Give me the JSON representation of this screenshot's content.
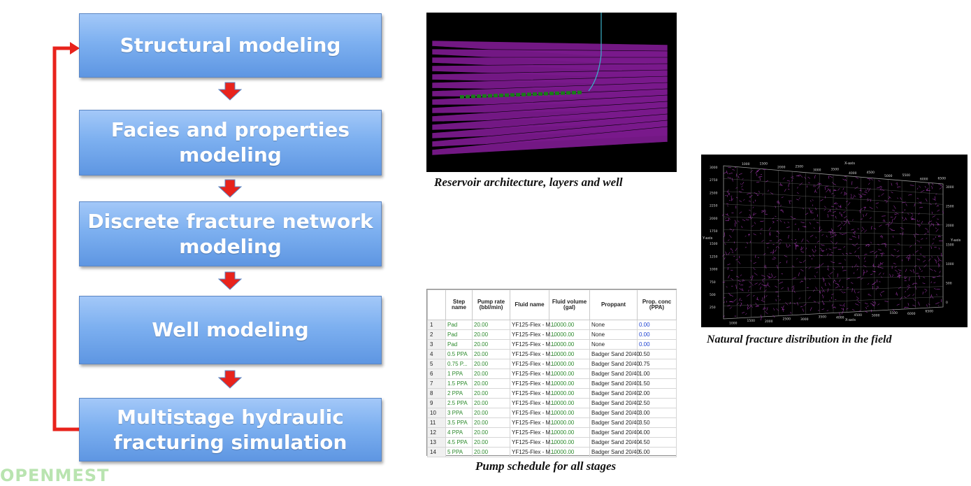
{
  "flowchart": {
    "steps": [
      {
        "line1": "Structural modeling",
        "line2": ""
      },
      {
        "line1": "Facies and properties",
        "line2": "modeling"
      },
      {
        "line1": "Discrete fracture network",
        "line2": "modeling"
      },
      {
        "line1": "Well modeling",
        "line2": ""
      },
      {
        "line1": "Multistage hydraulic",
        "line2": "fracturing simulation"
      }
    ],
    "box_color": "#7db0f0",
    "arrow_color": "#e8231c",
    "feedback_color": "#e8231c"
  },
  "reservoir_panel": {
    "caption": "Reservoir architecture, layers and well",
    "layer_color": "#7a1a8c",
    "well_color": "#1a7a1a",
    "background": "#000000"
  },
  "fracture_panel": {
    "caption": "Natural fracture distribution in the field",
    "x_axis_label": "X-axis",
    "y_axis_label": "Y-axis",
    "top_ticks": [
      "1000",
      "1500",
      "2000",
      "2500",
      "3000",
      "3500",
      "4000",
      "4500",
      "5000",
      "5500",
      "6000",
      "6500"
    ],
    "bottom_ticks": [
      "1000",
      "1500",
      "2000",
      "2500",
      "3000",
      "3500",
      "4000",
      "4500",
      "5000",
      "5500",
      "6000",
      "6500"
    ],
    "left_ticks": [
      "3000",
      "2750",
      "2500",
      "2250",
      "2000",
      "1750",
      "1500",
      "1250",
      "1000",
      "750",
      "500",
      "250"
    ],
    "right_ticks": [
      "3000",
      "2500",
      "2000",
      "1500",
      "1000",
      "500",
      "0"
    ],
    "fracture_color": "#c040d0"
  },
  "pump_panel": {
    "caption": "Pump schedule for all stages",
    "headers": [
      "Step name",
      "Pump rate (bbl/min)",
      "Fluid name",
      "Fluid volume (gal)",
      "Proppant",
      "Prop. conc (PPA)"
    ],
    "rows": [
      [
        "1",
        "Pad",
        "20.00",
        "YF125-Flex - M...",
        "10000.00",
        "None",
        "0.00"
      ],
      [
        "2",
        "Pad",
        "20.00",
        "YF125-Flex - M...",
        "10000.00",
        "None",
        "0.00"
      ],
      [
        "3",
        "Pad",
        "20.00",
        "YF125-Flex - M...",
        "10000.00",
        "None",
        "0.00"
      ],
      [
        "4",
        "0.5 PPA",
        "20.00",
        "YF125-Flex - M...",
        "10000.00",
        "Badger Sand 20/40",
        "0.50"
      ],
      [
        "5",
        "0.75 P...",
        "20.00",
        "YF125-Flex - M...",
        "10000.00",
        "Badger Sand 20/40",
        "0.75"
      ],
      [
        "6",
        "1 PPA",
        "20.00",
        "YF125-Flex - M...",
        "10000.00",
        "Badger Sand 20/40",
        "1.00"
      ],
      [
        "7",
        "1.5 PPA",
        "20.00",
        "YF125-Flex - M...",
        "10000.00",
        "Badger Sand 20/40",
        "1.50"
      ],
      [
        "8",
        "2 PPA",
        "20.00",
        "YF125-Flex - M...",
        "10000.00",
        "Badger Sand 20/40",
        "2.00"
      ],
      [
        "9",
        "2.5 PPA",
        "20.00",
        "YF125-Flex - M...",
        "10000.00",
        "Badger Sand 20/40",
        "2.50"
      ],
      [
        "10",
        "3 PPA",
        "20.00",
        "YF125-Flex - M...",
        "10000.00",
        "Badger Sand 20/40",
        "3.00"
      ],
      [
        "11",
        "3.5 PPA",
        "20.00",
        "YF125-Flex - M...",
        "10000.00",
        "Badger Sand 20/40",
        "3.50"
      ],
      [
        "12",
        "4 PPA",
        "20.00",
        "YF125-Flex - M...",
        "10000.00",
        "Badger Sand 20/40",
        "4.00"
      ],
      [
        "13",
        "4.5 PPA",
        "20.00",
        "YF125-Flex - M...",
        "10000.00",
        "Badger Sand 20/40",
        "4.50"
      ],
      [
        "14",
        "5 PPA",
        "20.00",
        "YF125-Flex - M...",
        "10000.00",
        "Badger Sand 20/40",
        "5.00"
      ]
    ]
  },
  "logo": {
    "text": "OPENMEST",
    "color": "#b9e4b0"
  }
}
